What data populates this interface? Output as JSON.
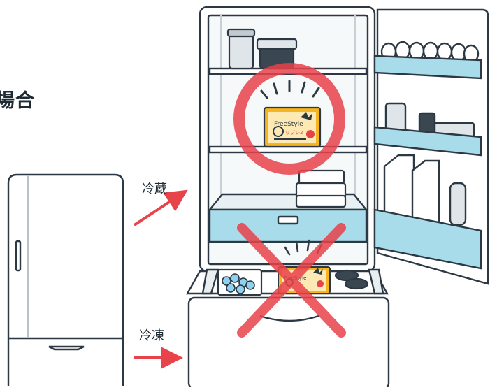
{
  "heading_fragment": "場合",
  "labels": {
    "fridge": "冷蔵",
    "freezer": "冷凍"
  },
  "product": {
    "brand": "FreeStyle",
    "name": "リブレ2"
  },
  "icons": {
    "ok_mark": "red-circle-icon",
    "ng_mark": "red-x-icon",
    "sparkle": "sparkle-lines-icon"
  },
  "colors": {
    "outline": "#2c3944",
    "accent_red": "#e8424a",
    "shelf_blue": "#a9dcea",
    "box_yellow": "#f4b521",
    "ice_blue": "#8fd2f0",
    "text_dark": "#1f2b33"
  }
}
